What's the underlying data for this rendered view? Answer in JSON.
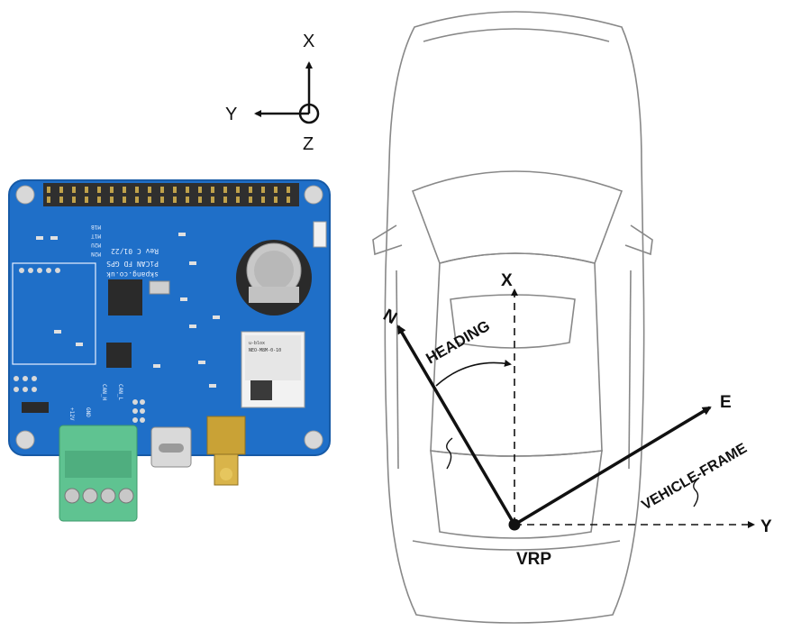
{
  "board_axes": {
    "x": "X",
    "y": "Y",
    "z": "Z"
  },
  "pcb": {
    "product_line1": "PiCAN FD GPS",
    "product_line2": "Rev C 01/22",
    "website": "skpang.co.uk",
    "jumpers": [
      "M1B",
      "M1T",
      "M2U",
      "M2N"
    ],
    "terminal_labels": [
      "+12V",
      "GND",
      "CAN_H",
      "CAN_L"
    ],
    "module_brand": "u-blox",
    "module_model": "NEO-M8M-0-10",
    "colors": {
      "board": "#1f6fc8",
      "terminal": "#5fc391",
      "header": "#2f2f2f",
      "sma": "#c9a236"
    }
  },
  "vehicle_diagram": {
    "labels": {
      "north": "N",
      "east": "E",
      "x": "X",
      "y": "Y",
      "heading": "HEADING",
      "vehicle_frame": "VEHICLE-FRAME",
      "vrp": "VRP"
    }
  }
}
